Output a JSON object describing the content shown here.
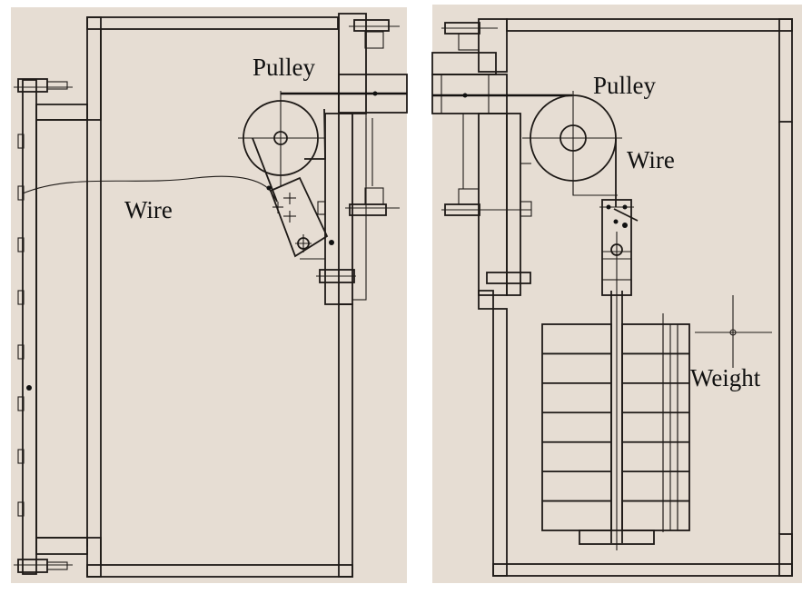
{
  "figure": {
    "description": "Two cross-section engineering drawings of a pulley and wire mechanism",
    "colors": {
      "background": "#e6ddd3",
      "line": "#1e1a17",
      "page": "#ffffff"
    },
    "left_panel": {
      "labels": {
        "pulley": "Pulley",
        "wire": "Wire"
      }
    },
    "right_panel": {
      "labels": {
        "pulley": "Pulley",
        "wire": "Wire",
        "weight": "Weight"
      },
      "weight_plate_count": 7
    }
  }
}
